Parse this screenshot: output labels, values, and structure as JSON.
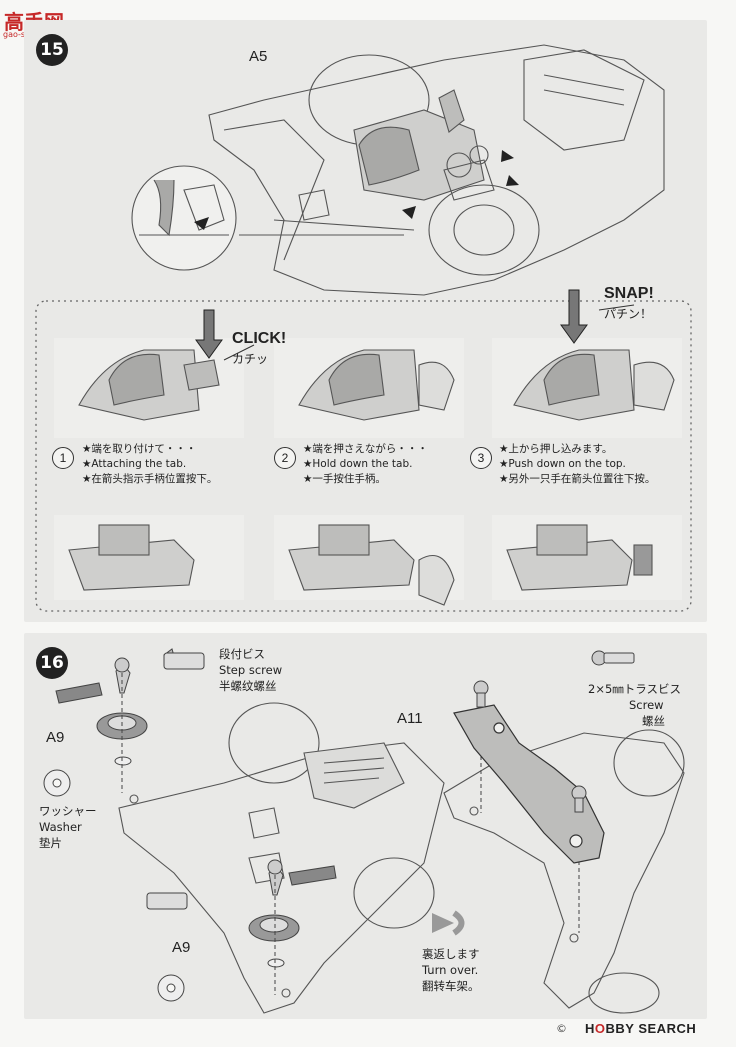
{
  "watermark": {
    "logo_text": "高手网",
    "url_text": "gao-shou.com"
  },
  "step15": {
    "badge": "15",
    "part_label": "A5",
    "click_en": "CLICK!",
    "click_jp": "カチッ",
    "snap_en": "SNAP!",
    "snap_jp": "パチン！",
    "sub_steps": [
      {
        "num": "1",
        "jp": "★端を取り付けて・・・",
        "en": "★Attaching the tab.",
        "zh": "★在箭头指示手柄位置按下。"
      },
      {
        "num": "2",
        "jp": "★端を押さえながら・・・",
        "en": "★Hold down the tab.",
        "zh": "★一手按住手柄。"
      },
      {
        "num": "3",
        "jp": "★上から押し込みます。",
        "en": "★Push down on the top.",
        "zh": "★另外一只手在箭头位置往下按。"
      }
    ]
  },
  "step16": {
    "badge": "16",
    "step_screw": {
      "jp": "段付ビス",
      "en": "Step screw",
      "zh": "半螺纹螺丝"
    },
    "part_a9_top": "A9",
    "part_a9_bottom": "A9",
    "washer": {
      "jp": "ワッシャー",
      "en": "Washer",
      "zh": "垫片"
    },
    "screw": {
      "jp": "2×5㎜トラスビス",
      "en": "Screw",
      "zh": "螺丝"
    },
    "part_a11": "A11",
    "turn_over": {
      "jp": "裏返します",
      "en": "Turn over.",
      "zh": "翻转车架。"
    }
  },
  "footer": {
    "copyright": "©",
    "brand_pre": "H",
    "brand_o": "O",
    "brand_post": "BBY SEARCH"
  }
}
